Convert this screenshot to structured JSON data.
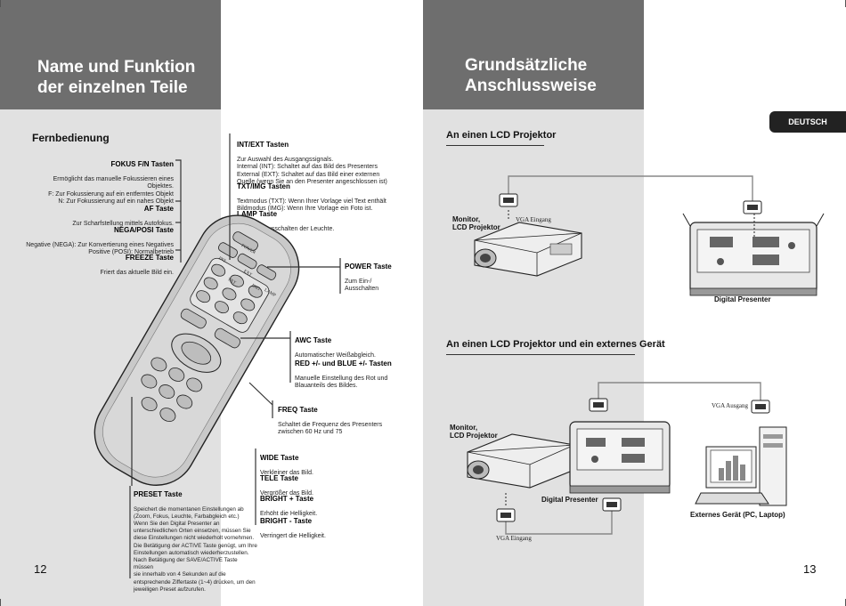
{
  "left": {
    "title_line1": "Name und Funktion",
    "title_line2": "der einzelnen Teile",
    "section": "Fernbedienung",
    "page_number": "12",
    "items_left": [
      {
        "title": "FOKUS F/N Tasten",
        "desc": "Ermöglicht das manuelle Fokussieren eines\nObjektes.\nF: Zur Fokussierung auf ein entferntes Objekt\nN: Zur Fokussierung auf ein nahes Objekt"
      },
      {
        "title": "AF Taste",
        "desc": "Zur Scharfstellung mittels Autofokus."
      },
      {
        "title": "NEGA/POSI Taste",
        "desc": "Negative (NEGA): Zur Konvertierung eines Negatives\nPositive (POSI): Normalbetrieb"
      },
      {
        "title": "FREEZE Taste",
        "desc": "Friert das aktuelle Bild ein."
      }
    ],
    "items_top": [
      {
        "title": "INT/EXT Tasten",
        "desc": "Zur Auswahl des Ausgangssignals.\nInternal (INT): Schaltet auf das Bild des Presenters\nExternal (EXT): Schaltet auf das Bild einer externen\nQuelle (wenn Sie an den Presenter angeschlossen ist)"
      },
      {
        "title": "TXT/IMG Tasten",
        "desc": "Textmodus (TXT): Wenn Ihrer Vorlage viel Text enthält\nBildmodus (IMG): Wenn Ihre Vorlage ein Foto ist."
      },
      {
        "title": "LAMP Taste",
        "desc": "Zum Ein-/Ausschalten der Leuchte."
      }
    ],
    "power": {
      "title": "POWER Taste",
      "desc": "Zum Ein-/\nAusschalten"
    },
    "awc": {
      "title": "AWC Taste",
      "desc": "Automatischer Weißabgleich."
    },
    "redblue": {
      "title": "RED +/- und BLUE +/- Tasten",
      "desc": "Manuelle Einstellung des Rot und\nBlauanteils des Bildes."
    },
    "freq": {
      "title": "FREQ Taste",
      "desc": "Schaltet die Frequenz des Presenters\nzwischen 60 Hz und 75"
    },
    "wide": {
      "title": "WIDE Taste",
      "desc": "Verkleiner das Bild."
    },
    "tele": {
      "title": "TELE Taste",
      "desc": "Vergrößer das Bild."
    },
    "bright_plus": {
      "title": "BRIGHT + Taste",
      "desc": "Erhöht die Helligkeit."
    },
    "bright_minus": {
      "title": "BRIGHT - Taste",
      "desc": "Verringert die Helligkeit."
    },
    "preset": {
      "title": "PRESET Taste",
      "desc": "Speichert die momentanen Einstellungen ab\n(Zoom, Fokus, Leuchte, Farbabgleich etc.)\nWenn Sie den Digital Presenter an\nunterschiedlichen Orten einsetzen, müssen Sie\ndiese Einstellungen nicht wiederholt vornehmen.\nDie Betätigung der ACTIVE Taste genügt, um Ihre\nEinstellungen automatisch wiederherzustellen.\nNach Betätigung der SAVE/ACTIVE Taste müssen\nsie innerhalb von 4 Sekunden auf die\nentsprechende Ziffertaste (1~4) drücken, um den\njeweiligen Preset aufzurufen."
    },
    "remote_labels": {
      "power": "POWER",
      "int": "INT",
      "ext": "EXT",
      "txt": "TXT",
      "img": "IMG",
      "lamp": "LAMP"
    }
  },
  "right": {
    "title_line1": "Grundsätzliche",
    "title_line2": "Anschlussweise",
    "badge": "DEUTSCH",
    "page_number": "13",
    "section1": "An einen LCD Projektor",
    "section2": "An einen LCD Projektor und ein externes Gerät",
    "monitor_label": "Monitor,\nLCD Projektor",
    "vga_eingang": "VGA Eingang",
    "vga_ausgang": "VGA Ausgang",
    "digital_presenter": "Digital Presenter",
    "external_device": "Externes Gerät (PC, Laptop)"
  }
}
